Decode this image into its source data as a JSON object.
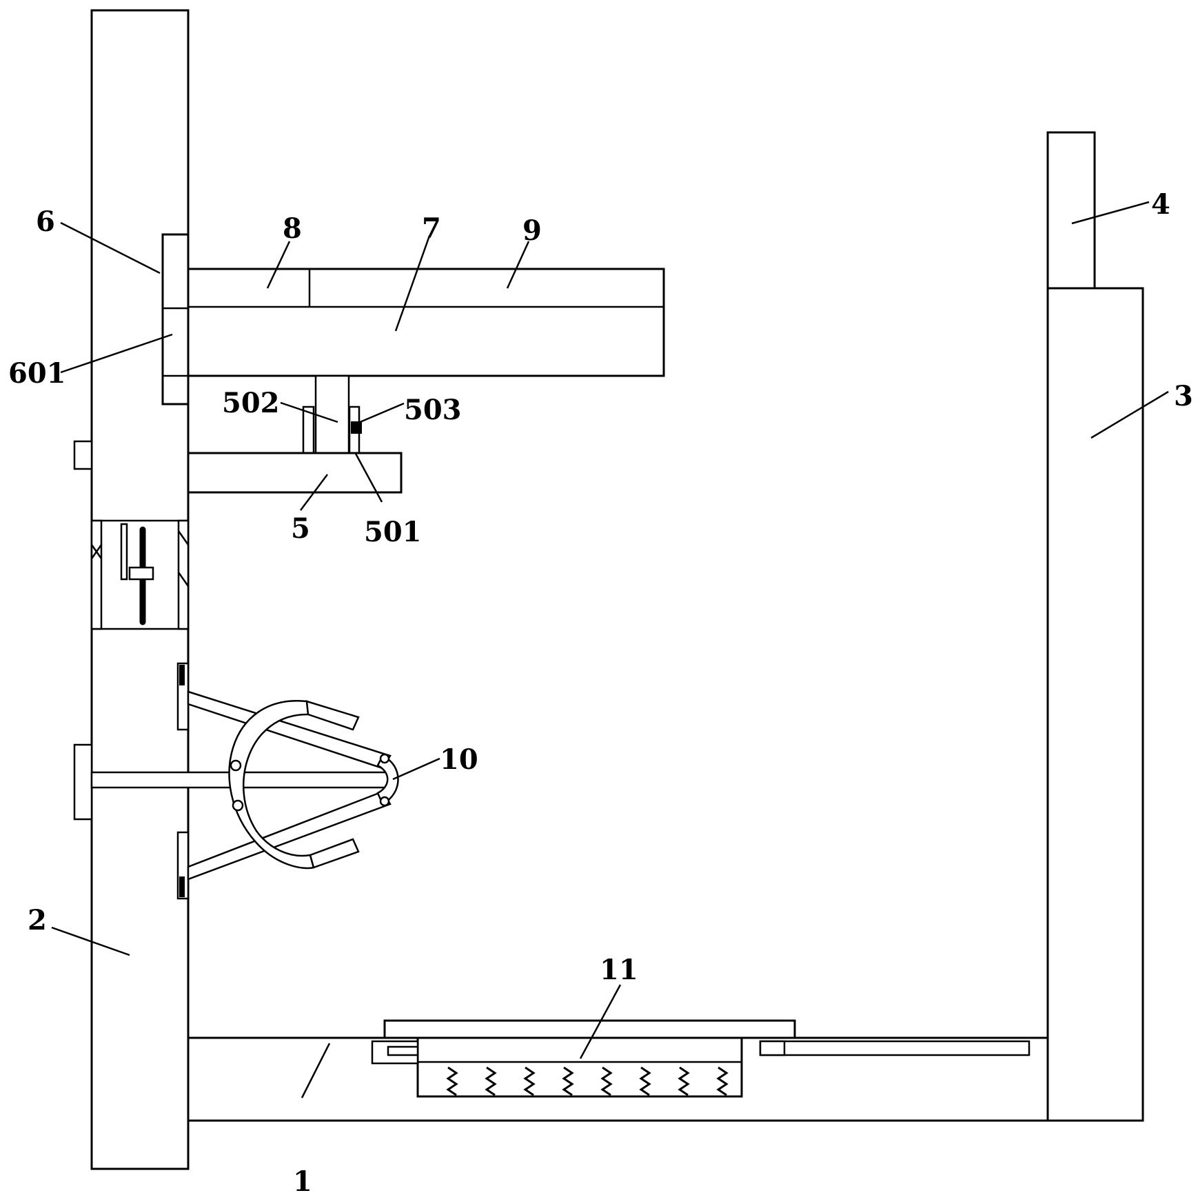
{
  "callouts": {
    "n1": "1",
    "n2": "2",
    "n3": "3",
    "n4": "4",
    "n5": "5",
    "n501": "501",
    "n502": "502",
    "n503": "503",
    "n6": "6",
    "n601": "601",
    "n7": "7",
    "n8": "8",
    "n9": "9",
    "n10": "10",
    "n11": "11"
  }
}
